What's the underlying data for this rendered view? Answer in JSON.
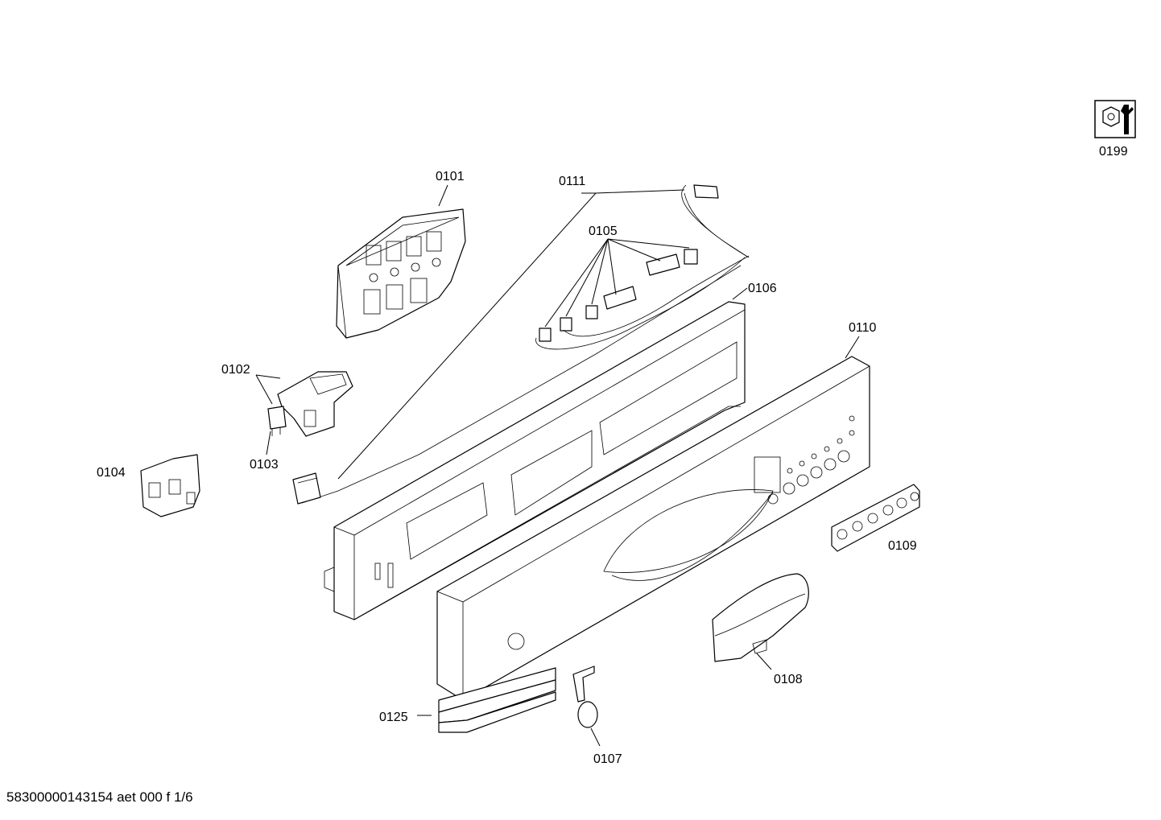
{
  "icon_service": {
    "name": "service-tool-icon",
    "label": "0199"
  },
  "parts": {
    "p0101": "0101",
    "p0102": "0102",
    "p0103": "0103",
    "p0104": "0104",
    "p0105": "0105",
    "p0106": "0106",
    "p0107": "0107",
    "p0108": "0108",
    "p0109": "0109",
    "p0110": "0110",
    "p0111": "0111",
    "p0125": "0125"
  },
  "footer": {
    "text": "58300000143154 aet 000 f 1/6"
  }
}
